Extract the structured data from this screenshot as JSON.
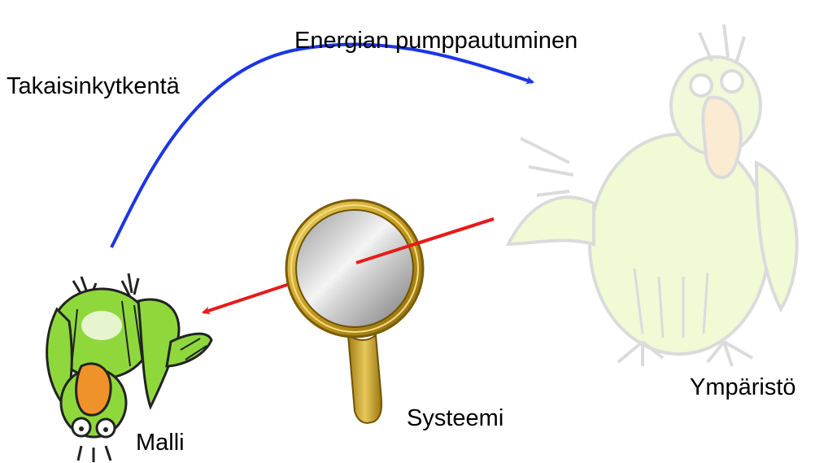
{
  "labels": {
    "energy_pumping": "Energian pumppautuminen",
    "feedback": "Takaisinkytkentä",
    "environment": "Ympäristö",
    "system": "Systeemi",
    "model": "Malli"
  },
  "colors": {
    "energy_arrow": "#1a35e8",
    "projection_arrow": "#e81a1a",
    "parrot_body": "#8ed83c",
    "parrot_beak": "#f0922a",
    "mirror_frame": "#c9a227",
    "mirror_glass": "#b4b4b4"
  },
  "icons": {
    "model": "parrot-upside-down-icon",
    "system": "magnifying-mirror-icon",
    "environment": "faded-parrot-icon"
  }
}
